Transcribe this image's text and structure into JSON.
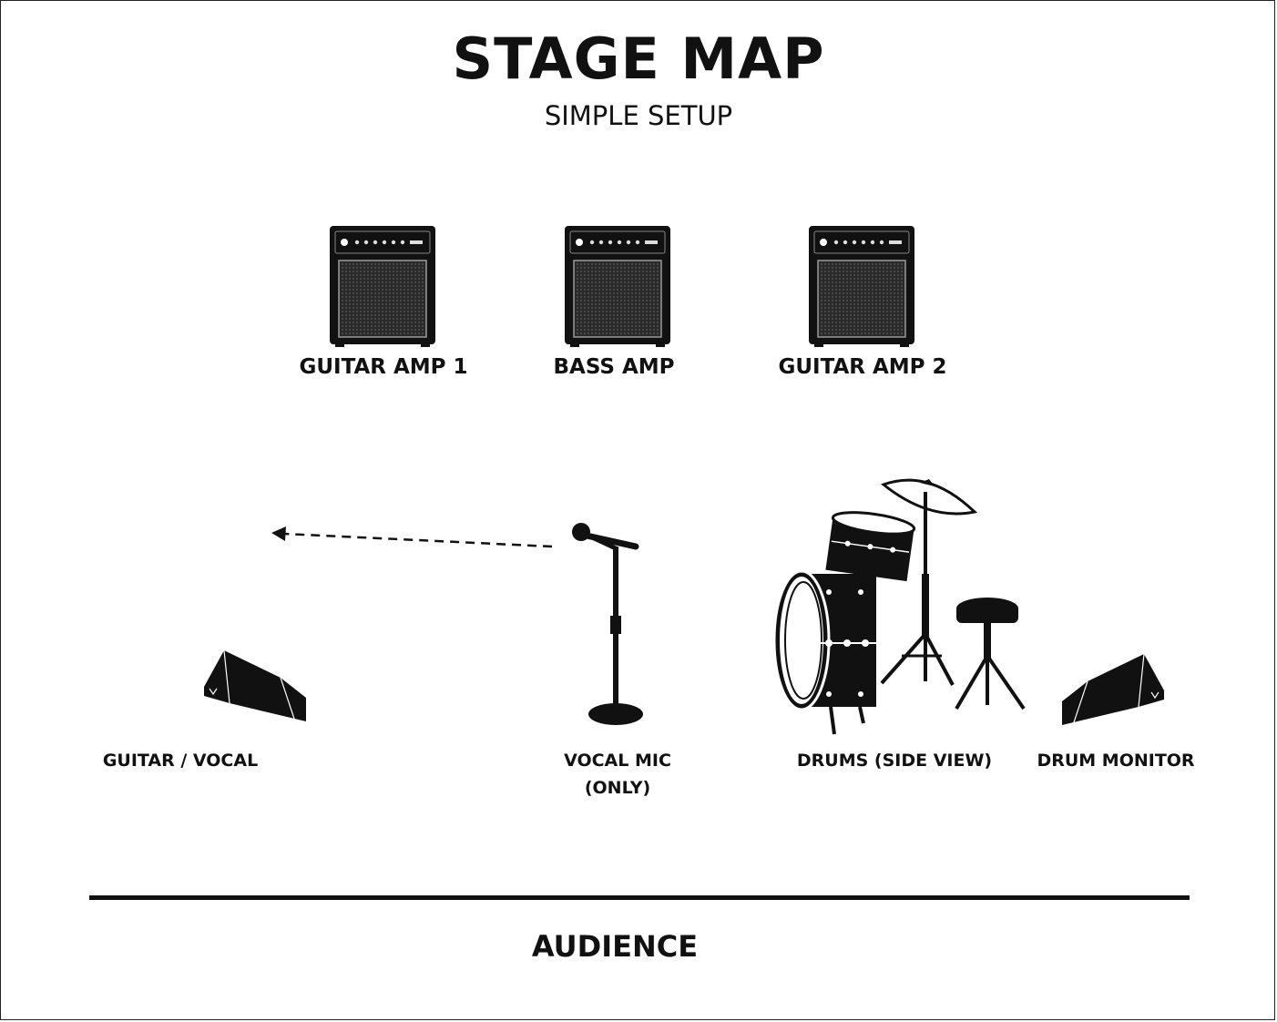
{
  "title": "STAGE MAP",
  "subtitle": "SIMPLE SETUP",
  "amps": [
    {
      "label": "GUITAR AMP 1",
      "icon": "guitar-amp-icon"
    },
    {
      "label": "BASS AMP",
      "icon": "bass-amp-icon"
    },
    {
      "label": "GUITAR AMP 2",
      "icon": "guitar-amp-icon"
    }
  ],
  "front": {
    "guitar_vocal": "GUITAR / VOCAL",
    "vocal_mic_line1": "VOCAL MIC",
    "vocal_mic_line2": "(ONLY)",
    "drums": "DRUMS (SIDE VIEW)",
    "drum_monitor": "DRUM MONITOR"
  },
  "audience": "AUDIENCE",
  "colors": {
    "ink": "#111111",
    "background": "#ffffff",
    "grille": "#555555"
  }
}
